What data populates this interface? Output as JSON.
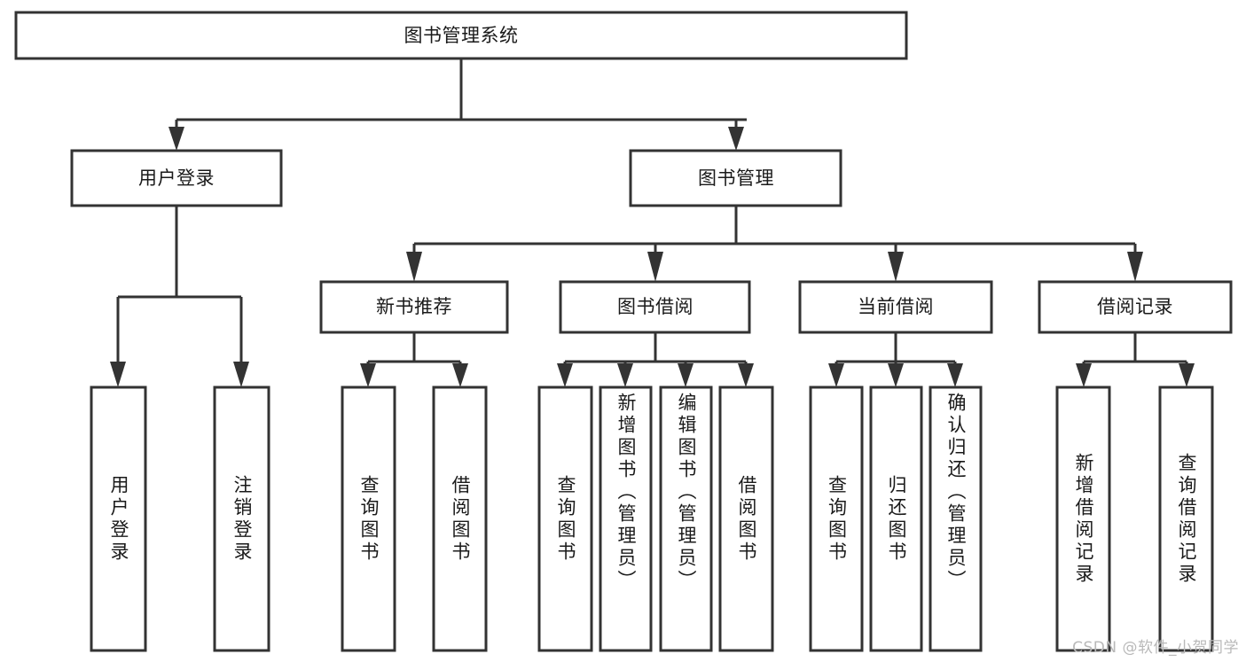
{
  "diagram": {
    "title": "图书管理系统",
    "type": "tree-hierarchy",
    "watermark": "CSDN @软件_小贺同学",
    "colors": {
      "box_stroke": "#333333",
      "box_fill": "#ffffff",
      "text": "#1a1a1a",
      "background": "#ffffff",
      "watermark": "#b9b9b9"
    },
    "root": {
      "label": "图书管理系统"
    },
    "level2": [
      {
        "label": "用户登录"
      },
      {
        "label": "图书管理"
      }
    ],
    "level3": [
      {
        "label": "新书推荐"
      },
      {
        "label": "图书借阅"
      },
      {
        "label": "当前借阅"
      },
      {
        "label": "借阅记录"
      }
    ],
    "leaves": {
      "user_login": [
        {
          "label": "用户登录"
        },
        {
          "label": "注销登录"
        }
      ],
      "new_book_recommend": [
        {
          "label": "查询图书"
        },
        {
          "label": "借阅图书"
        }
      ],
      "book_borrow": [
        {
          "label": "查询图书"
        },
        {
          "label": "新增图书（管理员）"
        },
        {
          "label": "编辑图书（管理员）"
        },
        {
          "label": "借阅图书"
        }
      ],
      "current_borrow": [
        {
          "label": "查询图书"
        },
        {
          "label": "归还图书"
        },
        {
          "label": "确认归还（管理员）"
        }
      ],
      "borrow_record": [
        {
          "label": "新增借阅记录"
        },
        {
          "label": "查询借阅记录"
        }
      ]
    }
  }
}
